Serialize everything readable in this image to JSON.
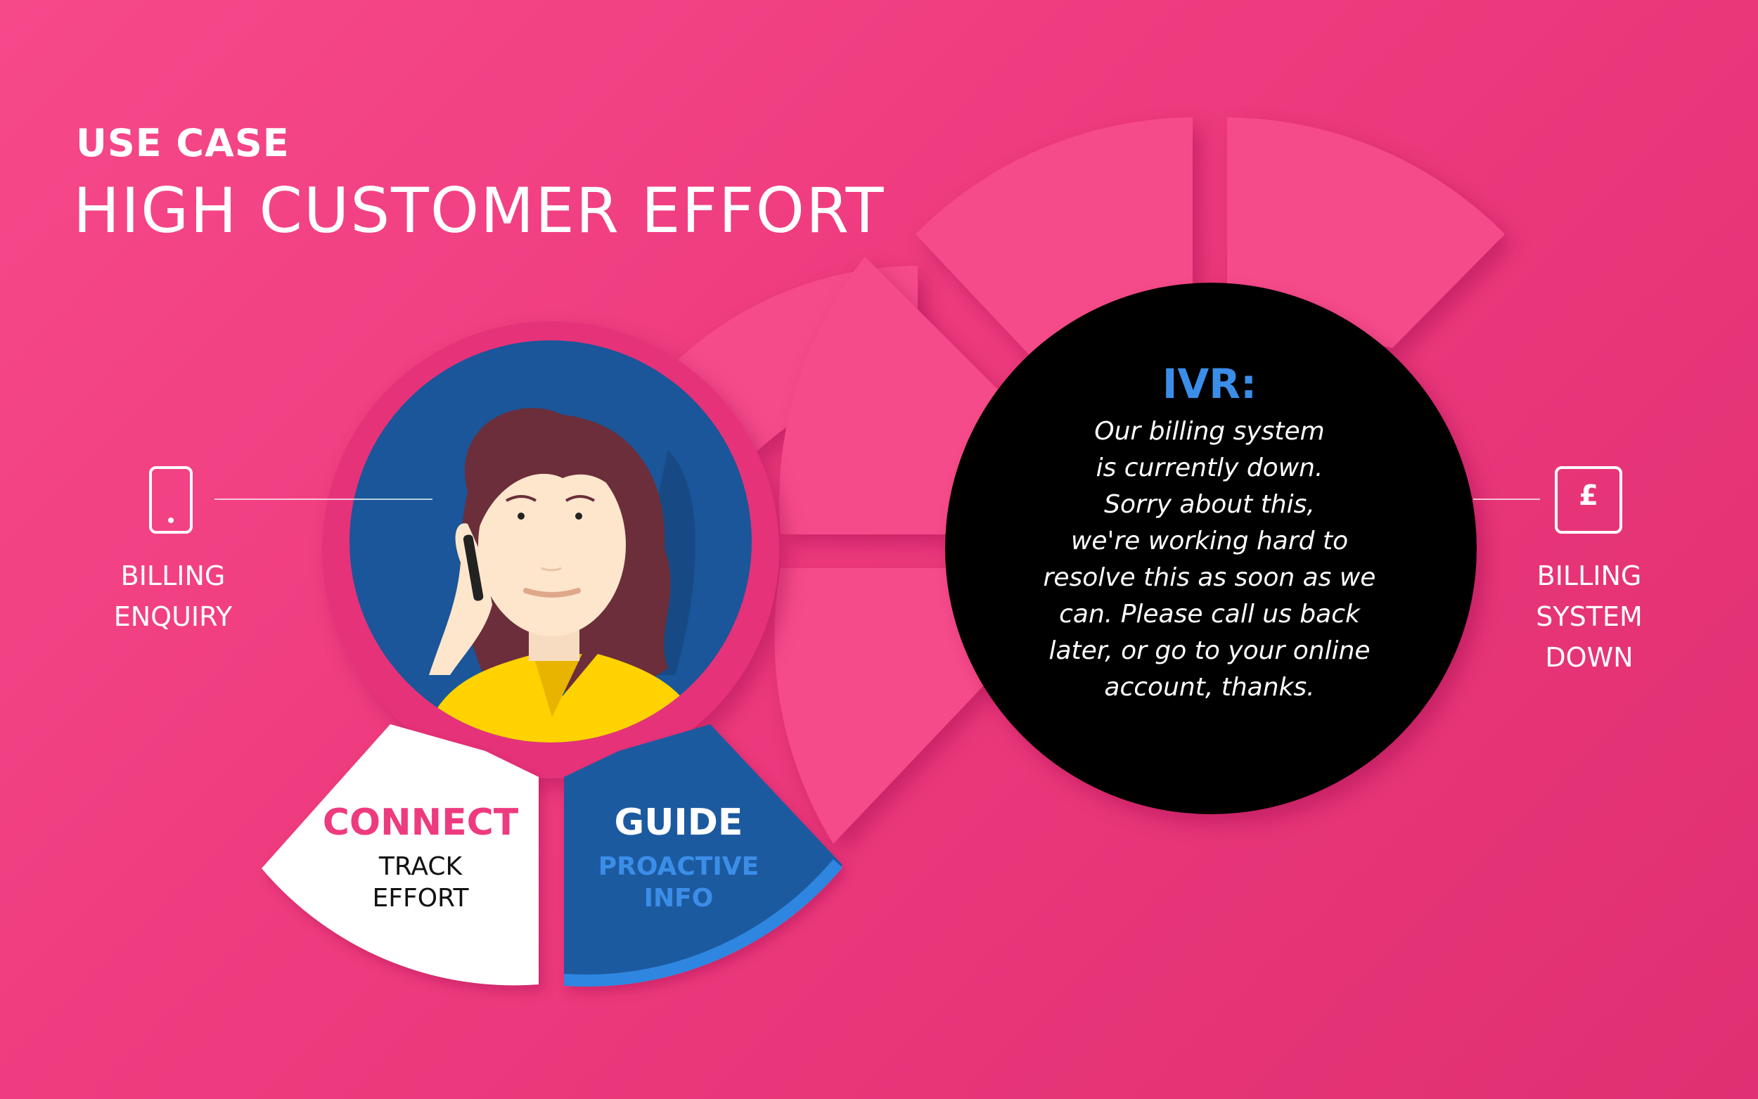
{
  "header": {
    "eyebrow": "USE CASE",
    "title": "HIGH CUSTOMER EFFORT"
  },
  "left_label": {
    "icon": "mobile-phone-icon",
    "text": "BILLING\nENQUIRY"
  },
  "right_label": {
    "icon": "pound-sign-icon",
    "icon_glyph": "£",
    "text": "BILLING\nSYSTEM\nDOWN"
  },
  "ivr": {
    "title": "IVR:",
    "message": "Our billing system\nis currently down.\nSorry about this,\nwe're working hard to\nresolve this as soon as we\ncan. Please call us back\nlater, or go to your online\naccount, thanks."
  },
  "segments": {
    "connect": {
      "title": "CONNECT",
      "subtitle": "TRACK\nEFFORT"
    },
    "guide": {
      "title": "GUIDE",
      "subtitle": "PROACTIVE\nINFO"
    }
  },
  "colors": {
    "background": "#f0407f",
    "connect_title": "#ee3a7e",
    "guide_panel": "#1d5aa0",
    "guide_subtitle": "#3b8ee8",
    "ivr_circle": "#000000",
    "avatar_circle": "#1a5699"
  }
}
